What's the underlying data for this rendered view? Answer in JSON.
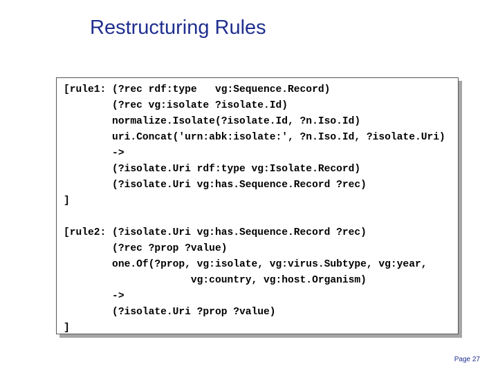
{
  "slide": {
    "title": "Restructuring Rules",
    "page_label": "Page 27"
  },
  "code": {
    "lines": [
      "[rule1: (?rec rdf:type   vg:Sequence.Record)",
      "        (?rec vg:isolate ?isolate.Id)",
      "        normalize.Isolate(?isolate.Id, ?n.Iso.Id)",
      "        uri.Concat('urn:abk:isolate:', ?n.Iso.Id, ?isolate.Uri)",
      "        ->",
      "        (?isolate.Uri rdf:type vg:Isolate.Record)",
      "        (?isolate.Uri vg:has.Sequence.Record ?rec)",
      "]",
      "[rule2: (?isolate.Uri vg:has.Sequence.Record ?rec)",
      "        (?rec ?prop ?value)",
      "        one.Of(?prop, vg:isolate, vg:virus.Subtype, vg:year,",
      "                     vg:country, vg:host.Organism)",
      "        ->",
      "        (?isolate.Uri ?prop ?value)",
      "]"
    ]
  }
}
